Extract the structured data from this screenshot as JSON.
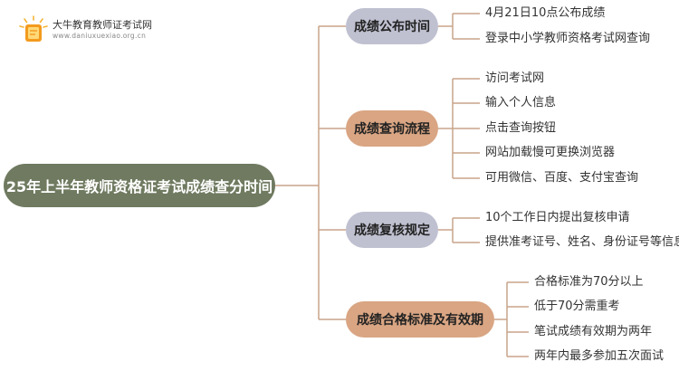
{
  "logo": {
    "title": "大牛教育教师证考试网",
    "url": "www.daniuxuexiao.org.cn",
    "icon": "book-icon"
  },
  "root": {
    "label": "25年上半年教师资格证考试成绩查分时间"
  },
  "colors": {
    "root": "#6f7a60",
    "branch_gray": "#bfc0d0",
    "branch_tan": "#d9a583",
    "line": "#c9a48a"
  },
  "branches": [
    {
      "label": "成绩公布时间",
      "leaves": [
        "4月21日10点公布成绩",
        "登录中小学教师资格考试网查询"
      ]
    },
    {
      "label": "成绩查询流程",
      "leaves": [
        "访问考试网",
        "输入个人信息",
        "点击查询按钮",
        "网站加载慢可更换浏览器",
        "可用微信、百度、支付宝查询"
      ]
    },
    {
      "label": "成绩复核规定",
      "leaves": [
        "10个工作日内提出复核申请",
        "提供准考证号、姓名、身份证号等信息"
      ]
    },
    {
      "label": "成绩合格标准及有效期",
      "leaves": [
        "合格标准为70分以上",
        "低于70分需重考",
        "笔试成绩有效期为两年",
        "两年内最多参加五次面试"
      ]
    }
  ]
}
